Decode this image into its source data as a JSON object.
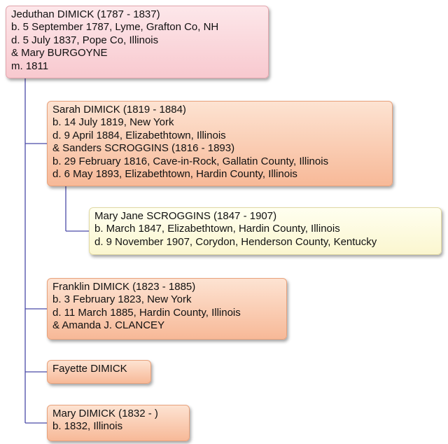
{
  "people": {
    "jeduthan": {
      "lines": [
        "Jeduthan DIMICK (1787 - 1837)",
        "b. 5 September 1787, Lyme, Grafton Co, NH",
        "d. 5 July 1837, Pope Co, Illinois",
        "& Mary BURGOYNE",
        "m. 1811"
      ]
    },
    "sarah": {
      "lines": [
        "Sarah DIMICK (1819 - 1884)",
        "b. 14 July 1819, New York",
        "d. 9 April 1884, Elizabethtown, Illinois",
        "& Sanders SCROGGINS (1816 - 1893)",
        "b. 29 February 1816, Cave-in-Rock, Gallatin County, Illinois",
        "d. 6 May 1893, Elizabethtown, Hardin County, Illinois"
      ]
    },
    "mary_jane": {
      "lines": [
        "Mary Jane SCROGGINS (1847 - 1907)",
        "b. March 1847, Elizabethtown, Hardin County, Illinois",
        "d. 9 November 1907, Corydon, Henderson County, Kentucky"
      ]
    },
    "franklin": {
      "lines": [
        "Franklin DIMICK (1823 - 1885)",
        "b. 3 February 1823, New York",
        "d. 11 March 1885, Hardin County, Illinois",
        "& Amanda J. CLANCEY"
      ]
    },
    "fayette": {
      "lines": [
        "Fayette DIMICK"
      ]
    },
    "mary": {
      "lines": [
        "Mary DIMICK (1832 - )",
        "b. 1832, Illinois"
      ]
    }
  },
  "colors": {
    "connector": "#4a4aa8",
    "root_fill": "#f8c9cf",
    "child_fill": "#f7b998",
    "grandchild_fill": "#fbf6cf"
  }
}
